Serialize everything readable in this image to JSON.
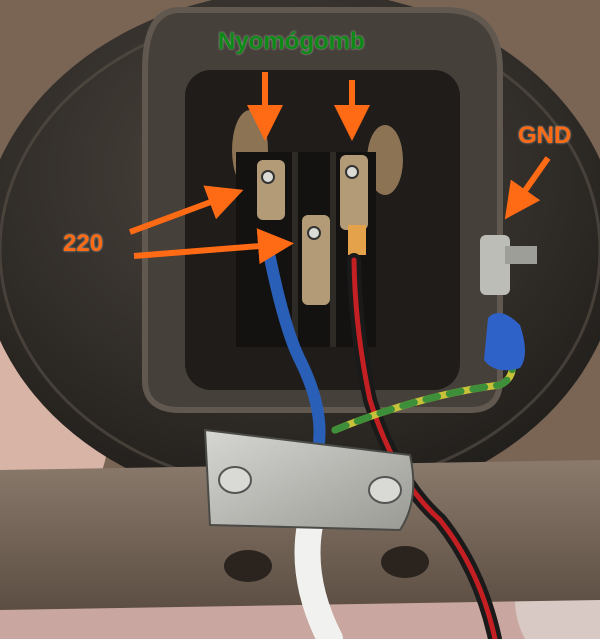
{
  "labels": {
    "push_button": "Nyomógomb",
    "ground": "GND",
    "mains": "220"
  },
  "colors": {
    "label_green": "#0d8a16",
    "arrow_orange": "#ff6a14"
  }
}
